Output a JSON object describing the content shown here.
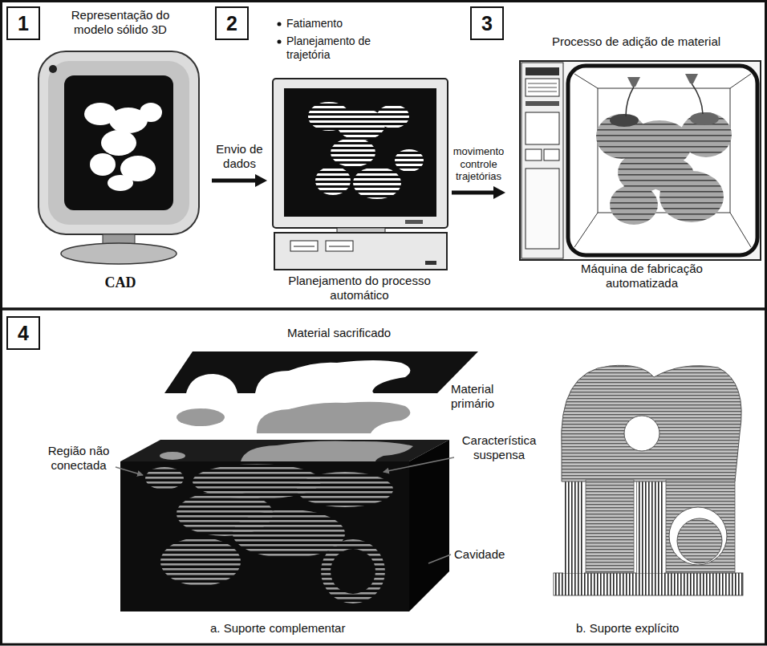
{
  "diagram": {
    "nodes": [
      {
        "text": [
          "1"
        ]
      },
      {
        "text": [
          "Representação do modelo sólido 3D",
          "CAD"
        ]
      },
      {
        "text": [
          "2"
        ]
      },
      {
        "text": [
          "Fatiamento",
          "Planejamento de trajetória",
          "Planejamento do processo automático"
        ]
      },
      {
        "text": [
          "3"
        ]
      },
      {
        "text": [
          "Processo de adição de material",
          "Máquina de fabricação automatizada"
        ]
      },
      {
        "text": [
          "4"
        ]
      }
    ],
    "edges": [
      {
        "from": 1,
        "to": 3,
        "arrow": "to",
        "label": "Envio de dados"
      },
      {
        "from": 3,
        "to": 5,
        "arrow": "to",
        "label": "movimento controle trajetórias"
      }
    ],
    "labels": [
      "Material sacrificado",
      "Material primário",
      "Região não conectada",
      "Característica suspensa",
      "Cavidade",
      "a. Suporte complementar",
      "b. Suporte explícito"
    ]
  }
}
